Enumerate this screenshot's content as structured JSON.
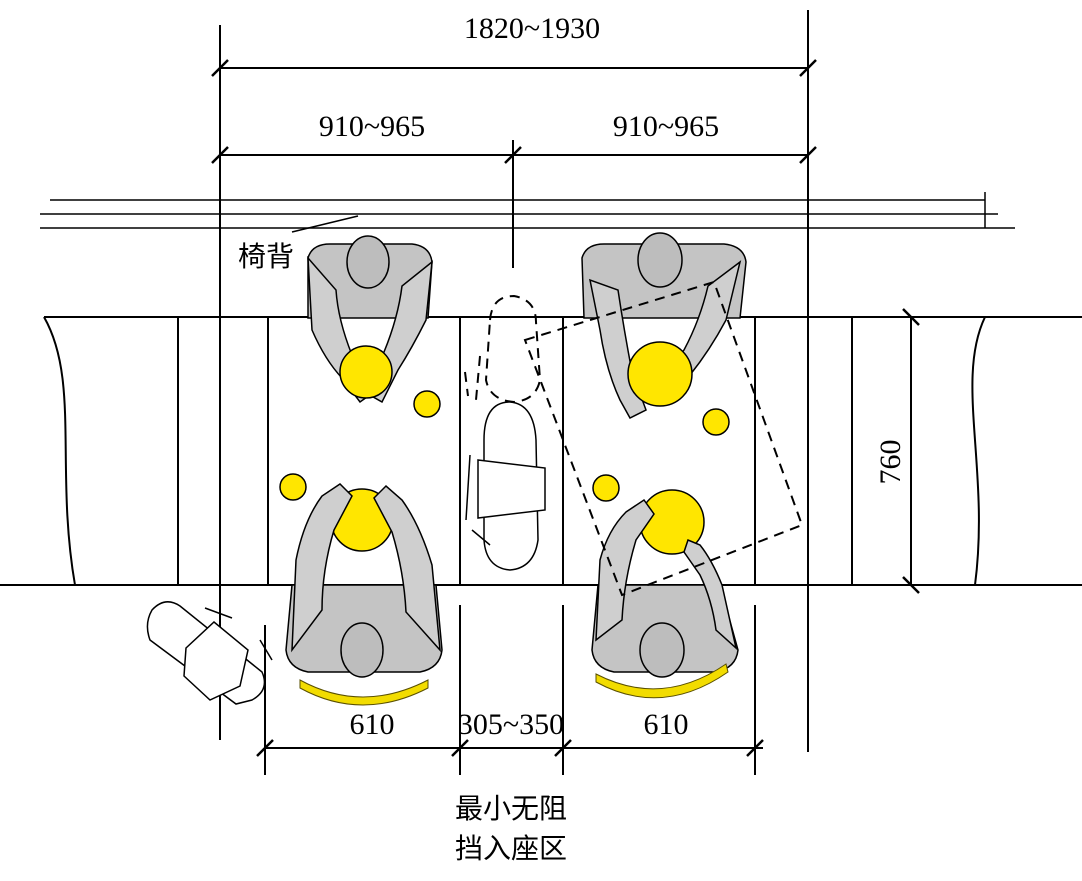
{
  "dimensions": {
    "total_width": "1820~1930",
    "half_left": "910~965",
    "half_right": "910~965",
    "table_depth": "760",
    "seat_left": "610",
    "gap": "305~350",
    "seat_right": "610"
  },
  "labels": {
    "chair_back": "椅背",
    "zone_line1": "最小无阻",
    "zone_line2": "挡入座区"
  },
  "colors": {
    "plate": "#ffe600",
    "person": "#c4c4c4",
    "arc": "#f2dc00"
  }
}
